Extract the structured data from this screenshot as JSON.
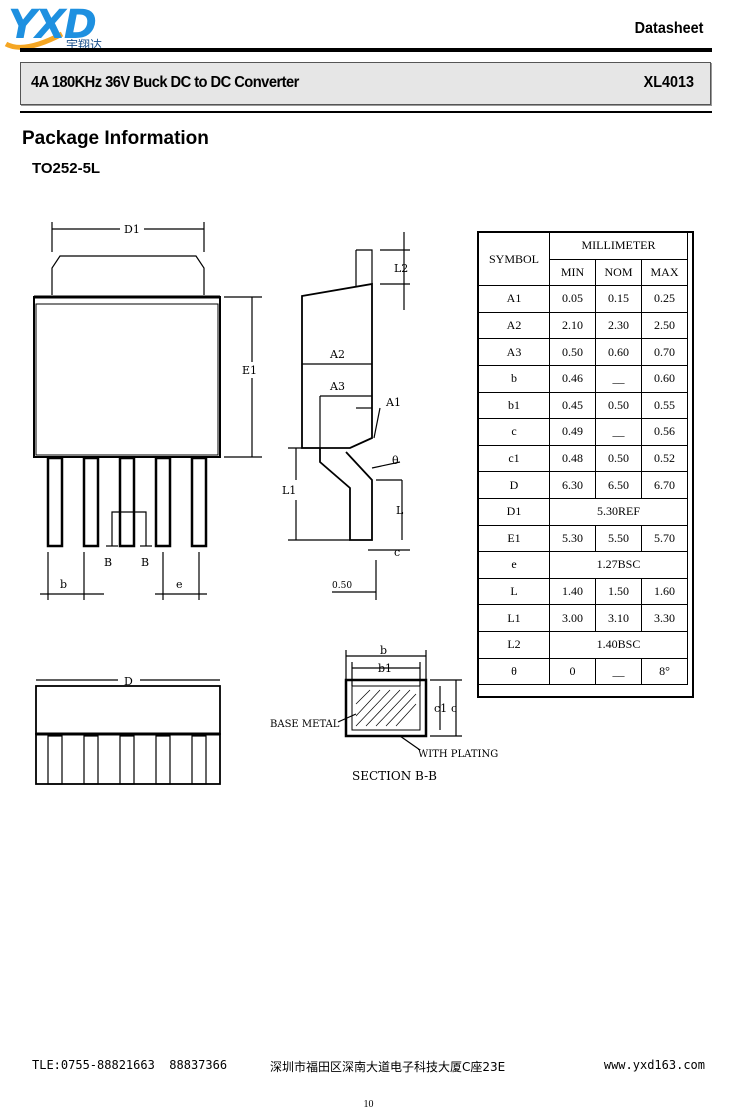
{
  "header": {
    "logo_text": "YXD",
    "logo_subtext": "宇翔达",
    "datasheet_label": "Datasheet",
    "product_title": "4A 180KHz 36V Buck DC to DC Converter",
    "part_number": "XL4013"
  },
  "section": {
    "title": "Package Information",
    "package": "TO252-5L"
  },
  "drawing_labels": {
    "d1": "D1",
    "e1": "E1",
    "b": "b",
    "e": "e",
    "B1": "B",
    "B2": "B",
    "l2": "L2",
    "a2": "A2",
    "a3": "A3",
    "a1": "A1",
    "theta": "θ",
    "l1": "L1",
    "l": "L",
    "c": "c",
    "gauge": "0.50",
    "d": "D",
    "sec_b": "b",
    "sec_b1": "b1",
    "sec_c1": "c1",
    "sec_c": "c",
    "base_metal": "BASE METAL",
    "with_plating": "WITH PLATING",
    "section": "SECTION B-B"
  },
  "table": {
    "symbol_header": "SYMBOL",
    "unit_header": "MILLIMETER",
    "col_headers": [
      "MIN",
      "NOM",
      "MAX"
    ],
    "rows": [
      {
        "symbol": "A1",
        "min": "0.05",
        "nom": "0.15",
        "max": "0.25"
      },
      {
        "symbol": "A2",
        "min": "2.10",
        "nom": "2.30",
        "max": "2.50"
      },
      {
        "symbol": "A3",
        "min": "0.50",
        "nom": "0.60",
        "max": "0.70"
      },
      {
        "symbol": "b",
        "min": "0.46",
        "nom": "__",
        "max": "0.60"
      },
      {
        "symbol": "b1",
        "min": "0.45",
        "nom": "0.50",
        "max": "0.55"
      },
      {
        "symbol": "c",
        "min": "0.49",
        "nom": "__",
        "max": "0.56"
      },
      {
        "symbol": "c1",
        "min": "0.48",
        "nom": "0.50",
        "max": "0.52"
      },
      {
        "symbol": "D",
        "min": "6.30",
        "nom": "6.50",
        "max": "6.70"
      },
      {
        "symbol": "D1",
        "span": "5.30REF"
      },
      {
        "symbol": "E1",
        "min": "5.30",
        "nom": "5.50",
        "max": "5.70"
      },
      {
        "symbol": "e",
        "span": "1.27BSC"
      },
      {
        "symbol": "L",
        "min": "1.40",
        "nom": "1.50",
        "max": "1.60"
      },
      {
        "symbol": "L1",
        "min": "3.00",
        "nom": "3.10",
        "max": "3.30"
      },
      {
        "symbol": "L2",
        "span": "1.40BSC"
      },
      {
        "symbol": "θ",
        "min": "0",
        "nom": "__",
        "max": "8°"
      }
    ]
  },
  "footer": {
    "phone": "TLE:0755-88821663  88837366",
    "address": "深圳市福田区深南大道电子科技大厦C座23E",
    "website": "www.yxd163.com",
    "page_number": "10"
  }
}
